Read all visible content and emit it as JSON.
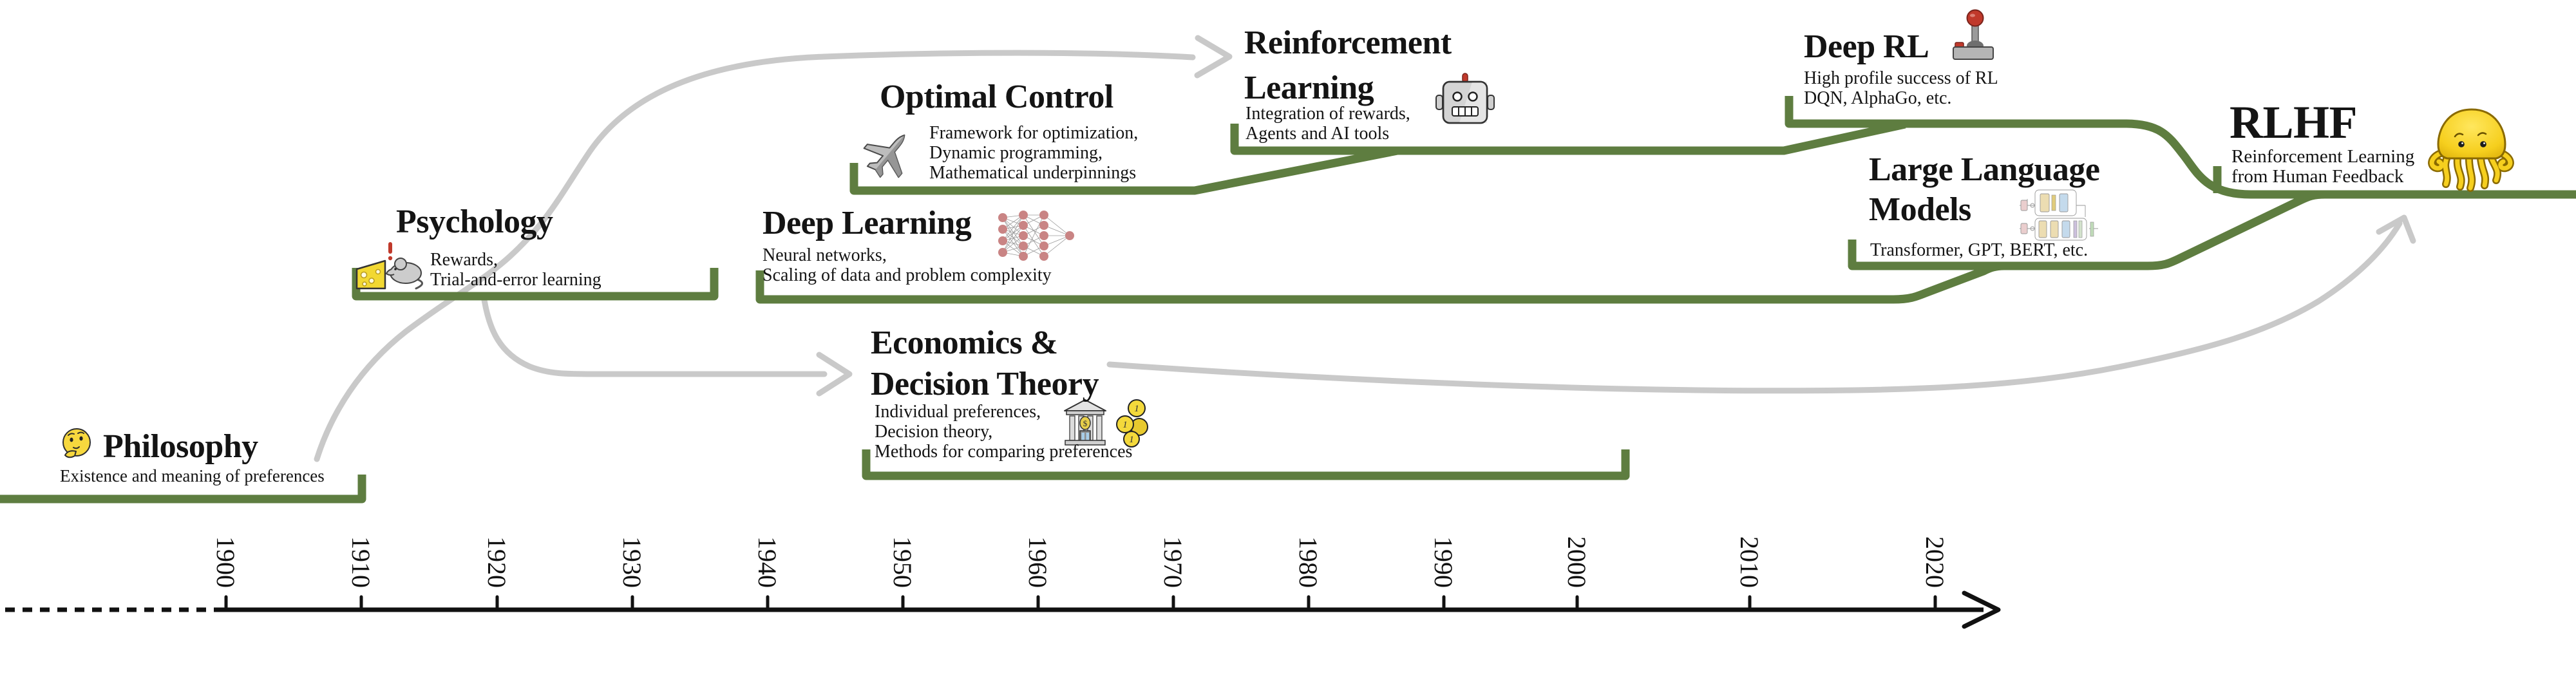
{
  "figure": {
    "background": "#ffffff",
    "accent_green": "#5e7d40",
    "connector_gray": "#c9c9c9",
    "ink": "#141414",
    "emoji_yellow": "#f2cf1d",
    "alert_red": "#c0392b"
  },
  "eras": [
    {
      "id": "philosophy",
      "title": "Philosophy",
      "subtitle": "Existence and meaning of preferences",
      "icon": "thinking-face-icon"
    },
    {
      "id": "psychology",
      "title": "Psychology",
      "subtitle": "Rewards,\nTrial-and-error learning",
      "icon": "mouse-cheese-icon"
    },
    {
      "id": "optimal-control",
      "title": "Optimal Control",
      "subtitle": "Framework for optimization,\nDynamic programming,\nMathematical underpinnings",
      "icon": "airplane-icon"
    },
    {
      "id": "deep-learning",
      "title": "Deep Learning",
      "subtitle": "Neural networks,\nScaling of data and problem complexity",
      "icon": "neural-network-icon"
    },
    {
      "id": "economics-decision-theory",
      "title": "Economics &\nDecision Theory",
      "subtitle": "Individual preferences,\nDecision theory,\nMethods for comparing preferences",
      "icon": "bank-and-coins-icon"
    },
    {
      "id": "reinforcement-learning",
      "title": "Reinforcement\nLearning",
      "subtitle": "Integration of rewards,\nAgents and AI tools",
      "icon": "robot-icon"
    },
    {
      "id": "deep-rl",
      "title": "Deep RL",
      "subtitle": "High profile success of RL\nDQN, AlphaGo, etc.",
      "icon": "joystick-icon"
    },
    {
      "id": "large-language-models",
      "title": "Large Language\nModels",
      "subtitle": "Transformer, GPT, BERT, etc.",
      "icon": "transformer-diagram-icon"
    },
    {
      "id": "rlhf",
      "title": "RLHF",
      "subtitle": "Reinforcement Learning\nfrom Human Feedback",
      "icon": "octopus-icon"
    }
  ],
  "axis": {
    "years": [
      "1900",
      "1910",
      "1920",
      "1930",
      "1940",
      "1950",
      "1960",
      "1970",
      "1980",
      "1990",
      "2000",
      "2010",
      "2020"
    ]
  }
}
